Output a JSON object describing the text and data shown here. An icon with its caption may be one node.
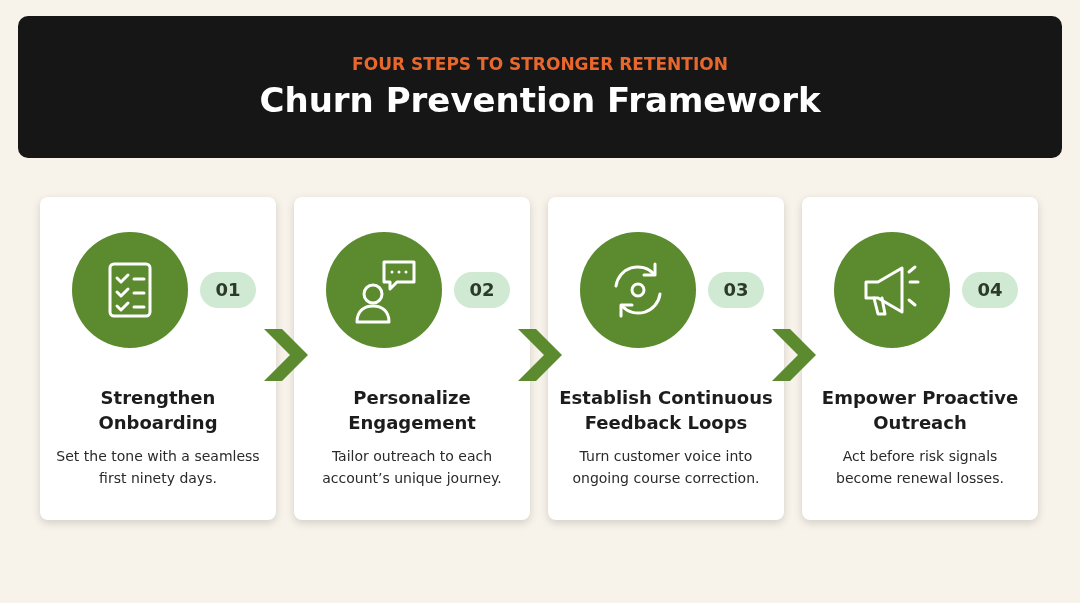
{
  "diagram": {
    "title": "Churn Prevention Framework",
    "nodes": [
      {
        "text": [
          "01",
          "Strengthen Onboarding",
          "Set the tone with a seamless first ninety days."
        ]
      },
      {
        "text": [
          "02",
          "Personalize Engagement",
          "Tailor outreach to each account’s unique journey."
        ]
      },
      {
        "text": [
          "03",
          "Establish Continuous Feedback Loops",
          "Turn customer voice into ongoing course correction."
        ]
      },
      {
        "text": [
          "04",
          "Empower Proactive Outreach",
          "Act before risk signals become renewal losses."
        ]
      }
    ],
    "edges": [
      {
        "from": 0,
        "to": 1,
        "arrow": "to"
      },
      {
        "from": 1,
        "to": 2,
        "arrow": "to"
      },
      {
        "from": 2,
        "to": 3,
        "arrow": "to"
      }
    ],
    "labels": [
      "FOUR STEPS TO STRONGER RETENTION"
    ]
  }
}
